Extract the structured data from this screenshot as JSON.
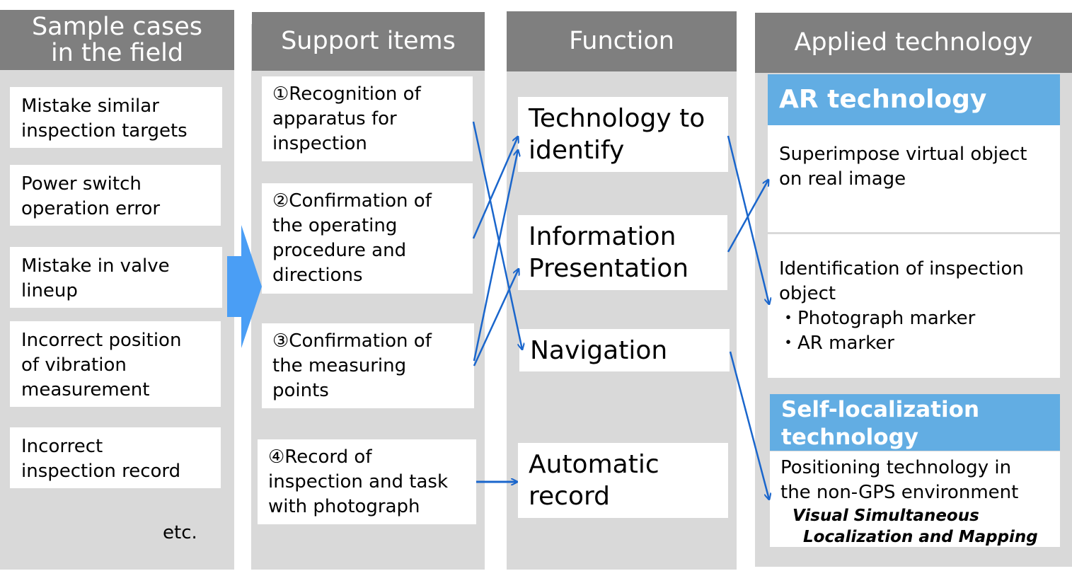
{
  "columns": {
    "cases": {
      "title": "Sample cases\nin the field",
      "items": [
        "Mistake similar\ninspection targets",
        "Power switch\noperation error",
        "Mistake in valve\nlineup",
        "Incorrect position\nof vibration\nmeasurement",
        "Incorrect\ninspection record"
      ],
      "etc": "etc."
    },
    "support": {
      "title": "Support items",
      "items": [
        "①Recognition of\napparatus for\ninspection",
        "②Confirmation of\nthe operating\nprocedure and\ndirections",
        "③Confirmation of\nthe measuring\npoints",
        "④Record of\ninspection and task\nwith photograph"
      ]
    },
    "function": {
      "title": "Function",
      "items": [
        "Technology to\nidentify",
        "Information\nPresentation",
        "Navigation",
        "Automatic\nrecord"
      ]
    },
    "technology": {
      "title": "Applied technology",
      "ar_title": "AR technology",
      "ar_item1": "Superimpose virtual object\non real image",
      "ar_item2_lines": "Identification of inspection\nobject\n・Photograph marker\n・AR marker",
      "slam_title": "Self-localization\ntechnology",
      "slam_text": "Positioning technology in\nthe non-GPS environment",
      "slam_method_1": "Visual Simultaneous",
      "slam_method_2": "Localization and Mapping"
    }
  },
  "colors": {
    "column_bg": "#d9d9d9",
    "header_bg": "#7f7f7f",
    "accent_blue": "#62ade3",
    "arrow_blue": "#1a66cc",
    "big_arrow": "#4a9ef5"
  }
}
